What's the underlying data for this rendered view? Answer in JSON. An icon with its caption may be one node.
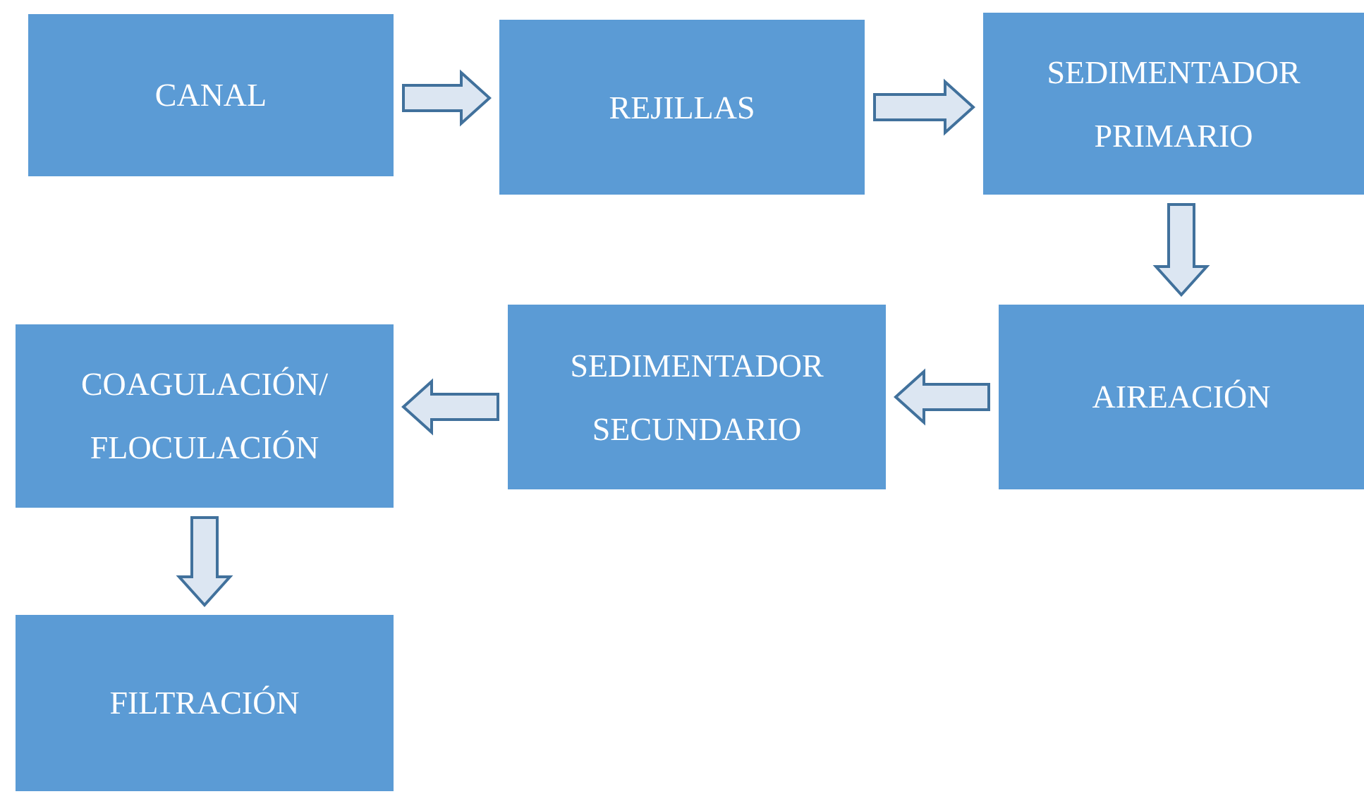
{
  "diagram": {
    "nodes": [
      {
        "text": [
          "CANAL"
        ]
      },
      {
        "text": [
          "REJILLAS"
        ]
      },
      {
        "text": [
          "SEDIMENTADOR PRIMARIO"
        ]
      },
      {
        "text": [
          "AIREACIÓN"
        ]
      },
      {
        "text": [
          "SEDIMENTADOR SECUNDARIO"
        ]
      },
      {
        "text": [
          "COAGULACIÓN/ FLOCULACIÓN"
        ]
      },
      {
        "text": [
          "FILTRACIÓN"
        ]
      }
    ],
    "edges": [
      {
        "from": 0,
        "to": 1,
        "arrow": "to"
      },
      {
        "from": 1,
        "to": 2,
        "arrow": "to"
      },
      {
        "from": 2,
        "to": 3,
        "arrow": "to"
      },
      {
        "from": 3,
        "to": 4,
        "arrow": "to"
      },
      {
        "from": 4,
        "to": 5,
        "arrow": "to"
      },
      {
        "from": 5,
        "to": 6,
        "arrow": "to"
      }
    ]
  }
}
